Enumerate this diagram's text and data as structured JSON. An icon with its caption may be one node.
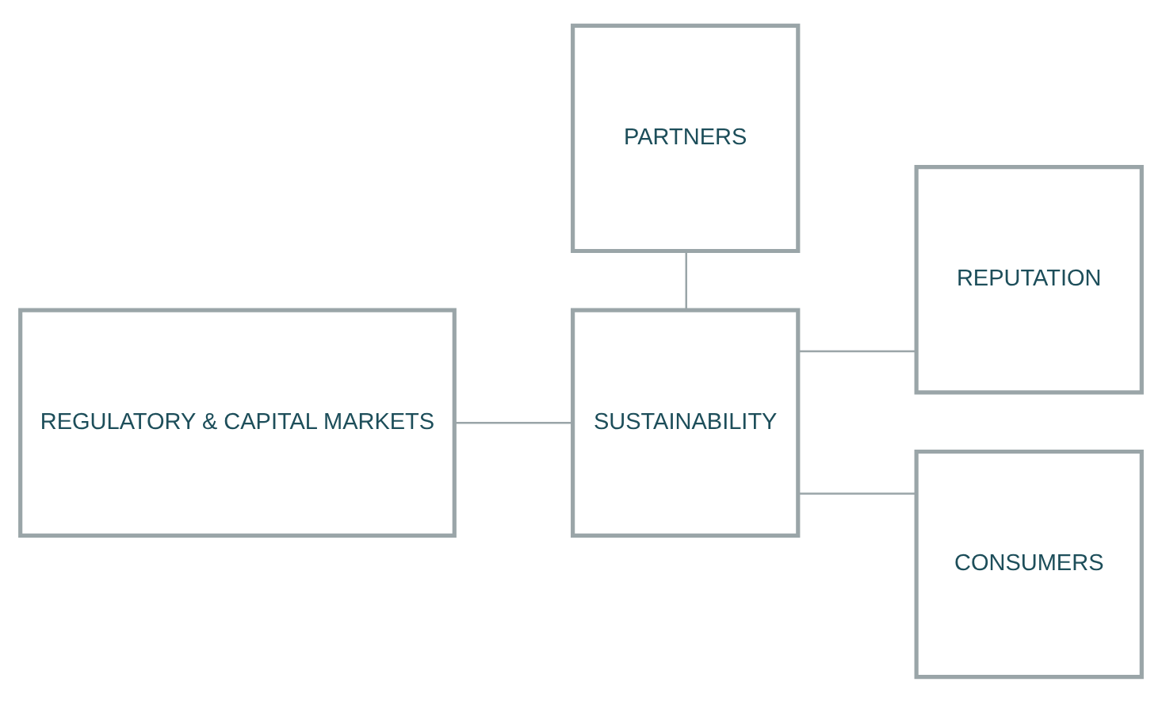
{
  "diagram": {
    "nodes": [
      {
        "text": [
          "PARTNERS"
        ]
      },
      {
        "text": [
          "REPUTATION"
        ]
      },
      {
        "text": [
          "REGULATORY & CAPITAL MARKETS"
        ]
      },
      {
        "text": [
          "SUSTAINABILITY"
        ]
      },
      {
        "text": [
          "CONSUMERS"
        ]
      }
    ],
    "edges": [
      {
        "from": 0,
        "to": 3,
        "arrow": "none"
      },
      {
        "from": 2,
        "to": 3,
        "arrow": "none"
      },
      {
        "from": 3,
        "to": 1,
        "arrow": "none"
      },
      {
        "from": 3,
        "to": 4,
        "arrow": "none"
      }
    ]
  }
}
